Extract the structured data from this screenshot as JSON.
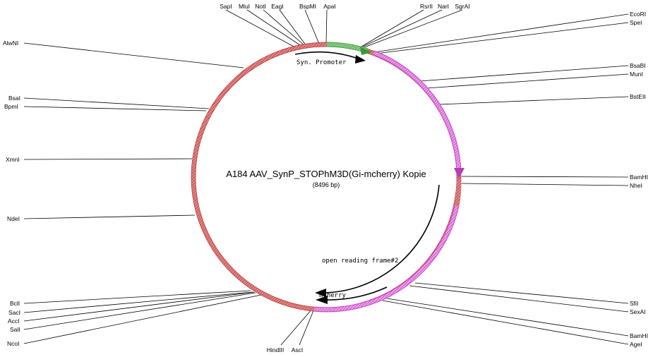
{
  "plasmid": {
    "name": "A184 AAV_SynP_STOPhM3D(Gi-mcherry) Kopie",
    "size": "(8496 bp)"
  },
  "colors": {
    "backbone": "#b83232",
    "backbone_hatch": "#e08a8a",
    "promoter": "#3c9a3c",
    "promoter_hatch": "#8fd08f",
    "insert": "#b83cb8",
    "insert_hatch": "#f0a0f0",
    "arrow": "#000000"
  },
  "features": {
    "promoter_label": "Syn. Promoter",
    "orf_label": "open reading frame#2",
    "mcherry_label": "mcherry"
  },
  "sites": {
    "top": [
      "SapI",
      "MluI",
      "NotI",
      "EagI",
      "BspMI",
      "ApaI",
      "RsrII",
      "NarI",
      "SgrAI"
    ],
    "right": [
      "EcoRI",
      "SpeI",
      "BsaBI",
      "MunI",
      "BstEII",
      "BamHI",
      "NheI",
      "SfiI",
      "SexAI",
      "BamHI",
      "AgeI"
    ],
    "left": [
      "AlwNI",
      "BsaI",
      "BpmI",
      "XmnI",
      "NdeI",
      "BclI",
      "SacI",
      "AccI",
      "SalI",
      "NcoI"
    ],
    "bottom": [
      "HindIII",
      "AscI"
    ]
  }
}
